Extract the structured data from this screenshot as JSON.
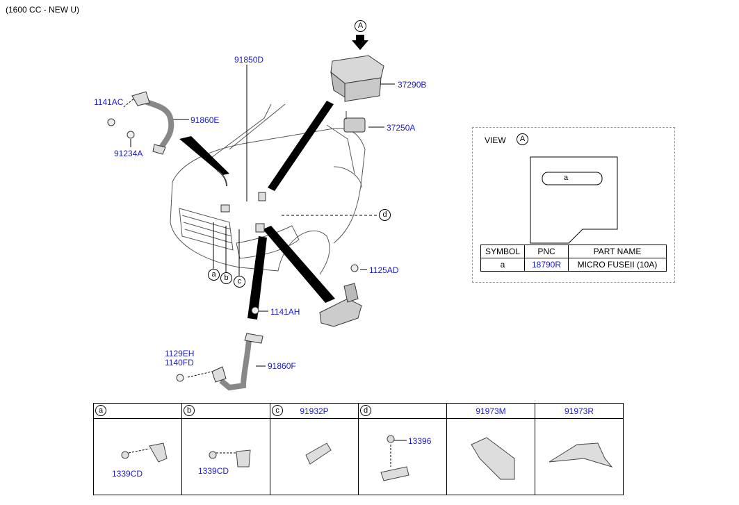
{
  "header": {
    "title": "(1600 CC - NEW U)"
  },
  "callouts": {
    "view_letter": "A",
    "locators": [
      "a",
      "b",
      "c",
      "d"
    ]
  },
  "main_labels": {
    "p91850D": "91850D",
    "p37290B": "37290B",
    "p37250A": "37250A",
    "p1141AC": "1141AC",
    "p91860E": "91860E",
    "p91234A": "91234A",
    "p1125AD": "1125AD",
    "p1141AH": "1141AH",
    "p1129EH": "1129EH",
    "p1140FD": "1140FD",
    "p91860F": "91860F"
  },
  "view_panel": {
    "title": "VIEW",
    "letter": "A",
    "fuse_label": "a",
    "table": {
      "headers": [
        "SYMBOL",
        "PNC",
        "PART NAME"
      ],
      "row": {
        "symbol": "a",
        "pnc": "18790R",
        "part_name": "MICRO FUSEII (10A)"
      }
    }
  },
  "bottom_table": {
    "columns": [
      {
        "letter": "a",
        "pnc": "",
        "part": "1339CD"
      },
      {
        "letter": "b",
        "pnc": "",
        "part": "1339CD"
      },
      {
        "letter": "c",
        "pnc": "91932P",
        "part": ""
      },
      {
        "letter": "d",
        "pnc": "",
        "part": "13396"
      },
      {
        "letter": "",
        "pnc": "91973M",
        "part": ""
      },
      {
        "letter": "",
        "pnc": "91973R",
        "part": ""
      }
    ]
  },
  "colors": {
    "part_number": "#1a1acc",
    "line": "#000000",
    "panel_border": "#999999"
  }
}
